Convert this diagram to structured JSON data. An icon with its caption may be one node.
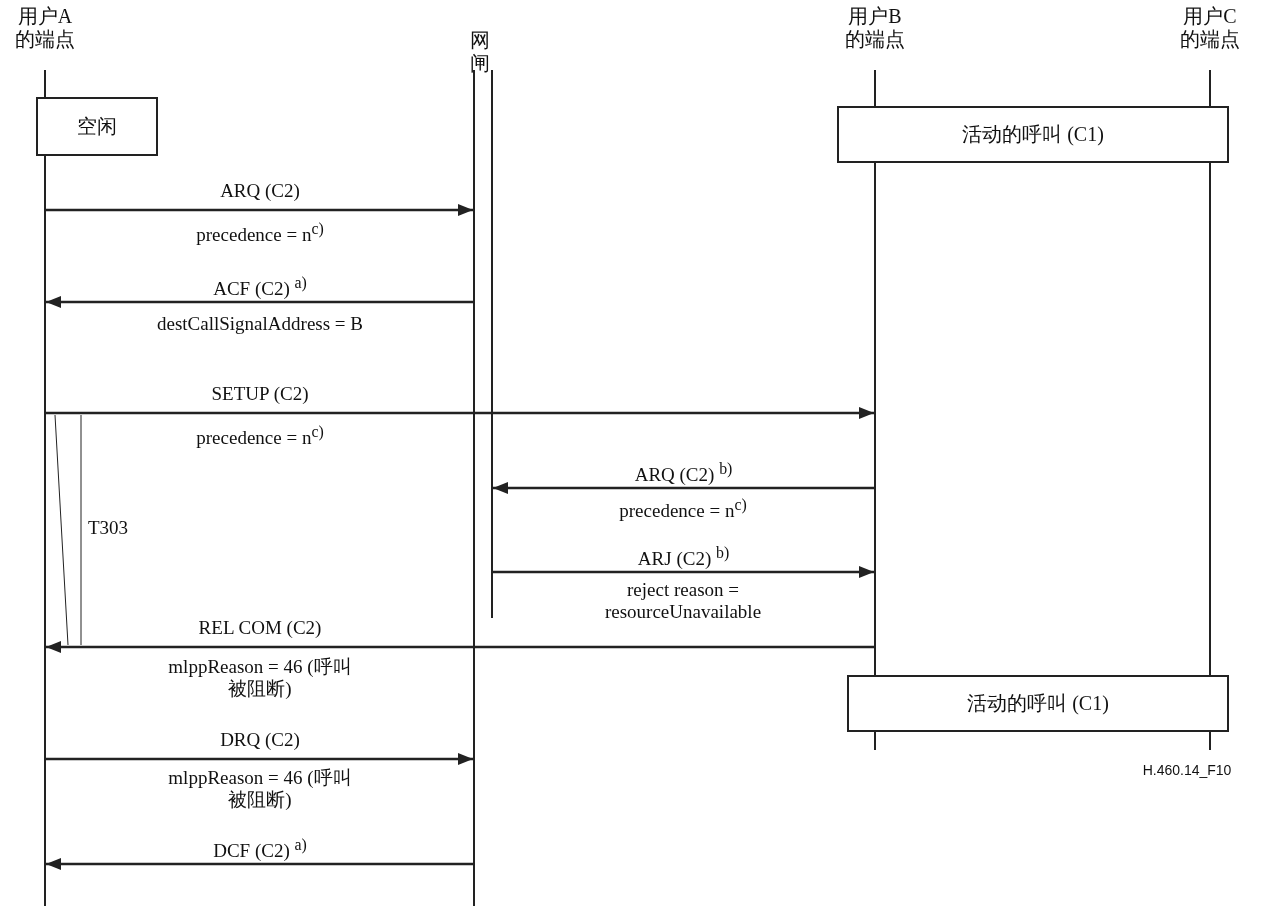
{
  "diagram": {
    "nodes": [
      {
        "text": [
          "用户A的端点"
        ]
      },
      {
        "text": [
          "网闸"
        ]
      },
      {
        "text": [
          "用户B的端点"
        ]
      },
      {
        "text": [
          "用户C的端点"
        ]
      },
      {
        "text": [
          "空闲"
        ]
      },
      {
        "text": [
          "活动的呼叫 (C1)"
        ]
      },
      {
        "text": [
          "活动的呼叫 (C1)"
        ]
      }
    ],
    "edges": [
      {
        "from": 0,
        "to": 1,
        "arrow": "to",
        "label": "ARQ (C2)"
      },
      {
        "from": 1,
        "to": 0,
        "arrow": "to",
        "label": "ACF (C2) $^{a)}$"
      },
      {
        "from": 0,
        "to": 2,
        "arrow": "to",
        "label": "SETUP (C2)"
      },
      {
        "from": 2,
        "to": 1,
        "arrow": "to",
        "label": "ARQ (C2) $^{b)}$"
      },
      {
        "from": 1,
        "to": 2,
        "arrow": "to",
        "label": "ARJ (C2) $^{b)}$"
      },
      {
        "from": 2,
        "to": 0,
        "arrow": "to",
        "label": "REL COM (C2)"
      },
      {
        "from": 0,
        "to": 1,
        "arrow": "to",
        "label": "DRQ (C2)"
      },
      {
        "from": 1,
        "to": 0,
        "arrow": "to",
        "label": "DCF (C2) $^{a)}$"
      }
    ],
    "labels": [
      "precedence = n$^{c)}$",
      "destCallSignalAddress = B",
      "precedence = n$^{c)}$",
      "precedence = n$^{c)}$",
      "T303",
      "reject reason = resourceUnavailable",
      "mlppReason = 46 (呼叫被阻断)",
      "H.460.14_F10",
      "mlppReason = 46 (呼叫被阻断)"
    ]
  }
}
